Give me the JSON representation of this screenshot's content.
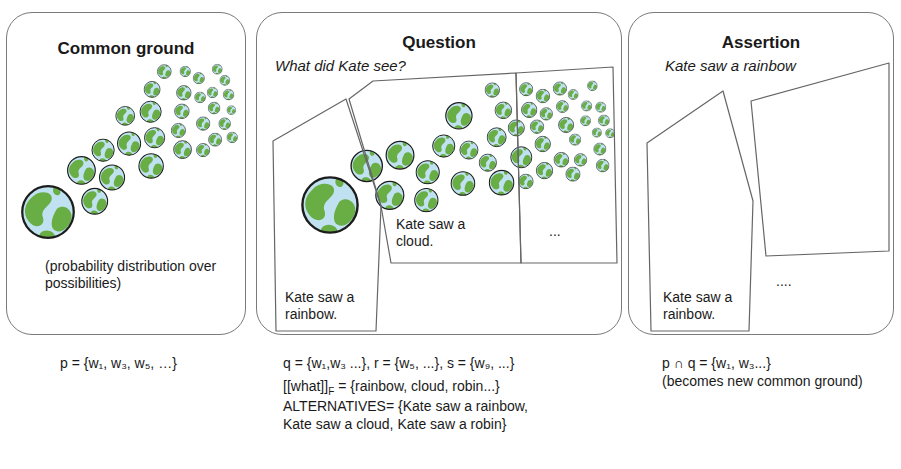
{
  "diagram": {
    "nodes": [
      {
        "text": [
          "Common ground",
          "(probability distribution over possibilities)"
        ]
      },
      {
        "text": [
          "Question",
          "What did Kate see?"
        ]
      },
      {
        "text": [
          "Kate saw a rainbow."
        ],
        "in": 1
      },
      {
        "text": [
          "Kate saw a cloud."
        ],
        "in": 1
      },
      {
        "text": [
          "..."
        ],
        "in": 1
      },
      {
        "text": [
          "Assertion",
          "Kate saw a rainbow"
        ]
      },
      {
        "text": [
          "Kate saw a rainbow."
        ],
        "in": 5
      },
      {
        "text": [
          "...."
        ],
        "in": 5
      }
    ],
    "labels": [
      "p = {w₁, w₃, w₅, …}",
      "q = {w₁,w₃ ...}, r = {w₅, ...}, s = {w₉, ...}",
      "[[what]]",
      "F",
      "= {rainbow, cloud, robin...}",
      "ALTERNATIVES= {Kate saw a rainbow, Kate saw a cloud, Kate saw a robin}",
      "p ∩ q = {w₁, w₃...}",
      "(becomes new common ground)"
    ]
  }
}
